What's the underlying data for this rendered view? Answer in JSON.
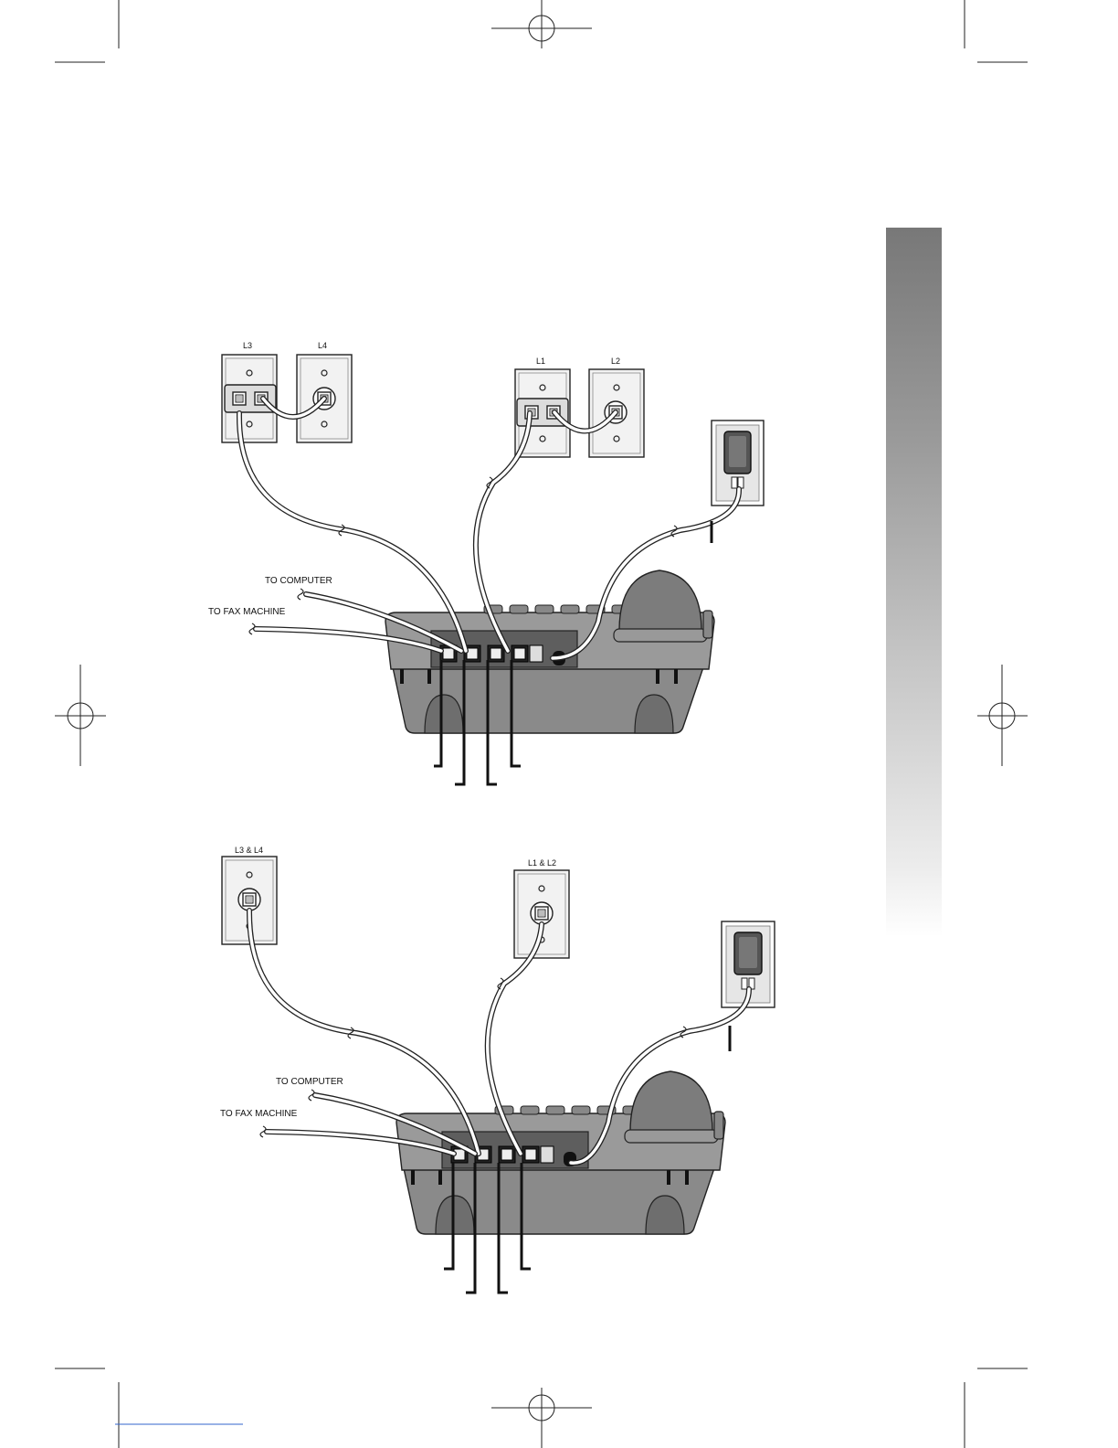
{
  "diagram1": {
    "jack_l3": "L3",
    "jack_l4": "L4",
    "jack_l1": "L1",
    "jack_l2": "L2",
    "to_computer": "TO COMPUTER",
    "to_fax": "TO FAX MACHINE"
  },
  "diagram2": {
    "jack_l3_l4": "L3 & L4",
    "jack_l1_l2": "L1 & L2",
    "to_computer": "TO COMPUTER",
    "to_fax": "TO FAX MACHINE"
  },
  "colors": {
    "phone_body": "#8a8a8a",
    "phone_dark": "#6e6e6e",
    "tab_top": "#787878",
    "wall_plate": "#f2f2f2",
    "cord": "#ffffff",
    "outline": "#222222"
  },
  "icons": [
    "telephone-base-icon",
    "wall-jack-icon",
    "power-outlet-icon",
    "power-adapter-icon",
    "registration-mark-icon"
  ]
}
